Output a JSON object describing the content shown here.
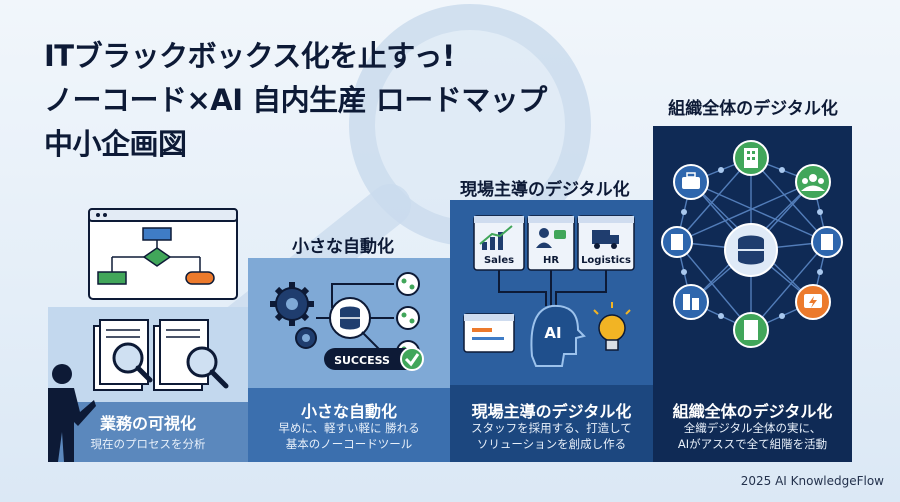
{
  "title": {
    "line1": "ITブラックボックス化を止すっ!",
    "line2": "ノーコード×AI 自内生産 ロードマップ",
    "line3": "中小企画図"
  },
  "steps": [
    {
      "heading": "",
      "caption_title": "業務の可視化",
      "caption_sub": "現在のプロセスを分析"
    },
    {
      "heading": "小さな自動化",
      "caption_title": "小さな自動化",
      "caption_sub": [
        "早めに、軽すい軽に 勝れる",
        "基本のノーコードツール"
      ],
      "badge": "SUCCESS"
    },
    {
      "heading": "現場主導のデジタル化",
      "caption_title": "現場主導のデジタル化",
      "caption_sub": [
        "スタッフを採用する、打造して",
        "ソリューションを創成し作る"
      ],
      "cards": [
        "Sales",
        "HR",
        "Logistics"
      ],
      "ai_label": "AI"
    },
    {
      "heading": "組織全体のデジタル化",
      "caption_title": "組織全体のデジタル化",
      "caption_sub": [
        "全織デジタル全体の実に、",
        "AIがアススで全て組階を活動"
      ]
    }
  ],
  "footer": "2025 AI KnowledgeFlow",
  "colors": {
    "navy": "#0d1a36",
    "step1_bg": "#c3d8ee",
    "step2_bg": "#7fa9d6",
    "step3_bg": "#2c5f9f",
    "step4_bg": "#0f2a55",
    "accent_orange": "#ec7a2c",
    "accent_green": "#41a65a",
    "accent_yellow": "#f2b424"
  },
  "icons": [
    "magnifier-icon",
    "flowchart-icon",
    "document-icon",
    "person-icon",
    "gear-icon",
    "database-icon",
    "check-icon",
    "chart-icon",
    "user-icon",
    "truck-icon",
    "browser-icon",
    "ai-head-icon",
    "lightbulb-icon",
    "building-icon",
    "briefcase-icon",
    "team-icon",
    "lightning-icon"
  ]
}
